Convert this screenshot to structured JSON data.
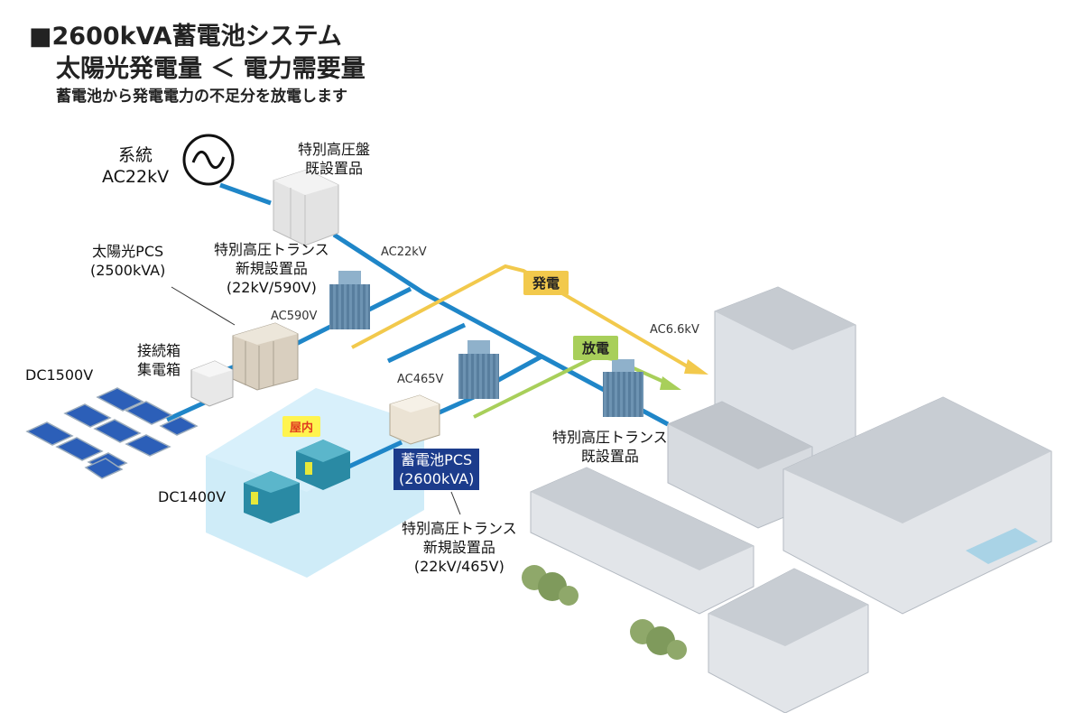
{
  "title": {
    "line1": "■2600kVA蓄電池システム",
    "line2": "太陽光発電量 ＜ 電力需要量",
    "line3": "蓄電池から発電電力の不足分を放電します"
  },
  "labels": {
    "grid": [
      "系統",
      "AC22kV"
    ],
    "hv_panel": [
      "特別高圧盤",
      "既設置品"
    ],
    "solar_pcs": [
      "太陽光PCS",
      "(2500kVA)"
    ],
    "hv_trans_new1": [
      "特別高圧トランス",
      "新規設置品",
      "(22kV/590V)"
    ],
    "junction": [
      "接続箱",
      "集電箱"
    ],
    "dc1500": "DC1500V",
    "dc1400": "DC1400V",
    "ac590": "AC590V",
    "ac22": "AC22kV",
    "ac465": "AC465V",
    "ac66": "AC6.6kV",
    "indoor": "屋内",
    "battery_pcs": [
      "蓄電池PCS",
      "(2600kVA)"
    ],
    "hv_trans_new2": [
      "特別高圧トランス",
      "新規設置品",
      "(22kV/465V)"
    ],
    "hv_trans_exist": [
      "特別高圧トランス",
      "既設置品"
    ],
    "generation": "発電",
    "discharge": "放電"
  },
  "icons": {
    "ac_source": "sine-wave-icon"
  },
  "colors": {
    "line_blue": "#1f86c8",
    "gen_yellow": "#f2c94c",
    "dis_green": "#a8cf5a",
    "pcs_navy": "#1c3c8c",
    "indoor_tag": "#fff44f"
  }
}
